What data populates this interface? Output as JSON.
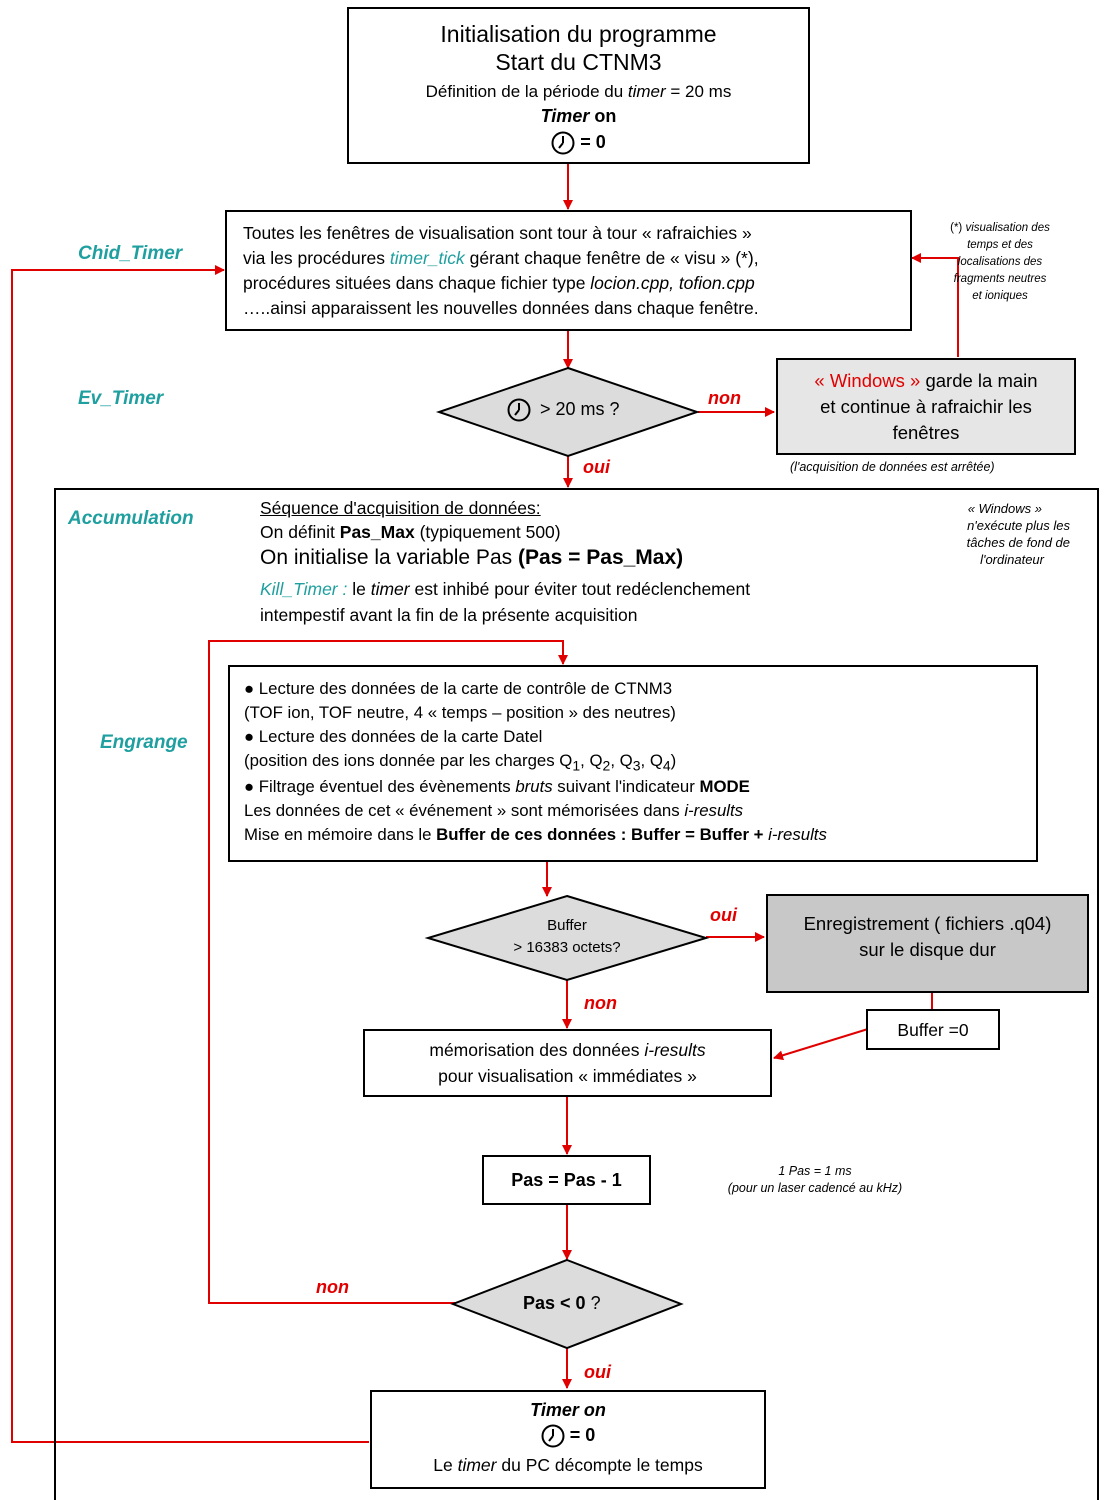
{
  "init": {
    "line1": "Initialisation du programme",
    "line2": "Start du CTNM3",
    "line3_a": "Définition de la période du ",
    "line3_b": "timer",
    "line3_c": " = 20 ms",
    "line4_a": "Timer",
    "line4_b": " on",
    "line5": "=  0"
  },
  "labels": {
    "chid_timer": "Chid_Timer",
    "ev_timer": "Ev_Timer",
    "accumulation": "Accumulation",
    "engrange": "Engrange"
  },
  "refresh": {
    "l1": "Toutes les fenêtres de visualisation sont tour à tour « rafraichies »",
    "l2_a": "via les procédures ",
    "l2_b": "timer_tick",
    "l2_c": " gérant chaque fenêtre de « visu » (*),",
    "l3_a": "procédures situées dans chaque fichier type ",
    "l3_b": "locion.cpp, tofion.cpp",
    "l4": "…..ainsi apparaissent les nouvelles données dans chaque fenêtre."
  },
  "note_visu": {
    "l1_a": "(*) ",
    "l1_b": "visualisation des",
    "l2": "temps et des",
    "l3": "localisations des",
    "l4": "fragments neutres",
    "l5": "et ioniques"
  },
  "decision_timer": {
    "text": "> 20 ms ?"
  },
  "windows_box": {
    "l1_a": "« Windows »",
    "l1_b": " garde la main",
    "l2": "et continue à rafraichir les",
    "l3": "fenêtres",
    "caption": "(l'acquisition de données est arrêtée)"
  },
  "arrows": {
    "non1": "non",
    "oui1": "oui",
    "oui2": "oui",
    "non2": "non",
    "non3": "non",
    "oui3": "oui"
  },
  "acquisition": {
    "title": "Séquence d'acquisition de données:",
    "l2_a": "On définit ",
    "l2_b": "Pas_Max",
    "l2_c": " (typiquement 500)",
    "l3_a": "On initialise la variable Pas ",
    "l3_b": "(Pas = Pas_Max)",
    "l4_a": "Kill_Timer :",
    "l4_b": "  le ",
    "l4_c": "timer",
    "l4_d": " est inhibé pour éviter tout redéclenchement",
    "l5": "intempestif avant la fin de la présente acquisition"
  },
  "windows_note": {
    "l1": "« Windows »",
    "l2": "n'exécute plus les",
    "l3": "tâches de fond de",
    "l4": "l'ordinateur"
  },
  "read_box": {
    "l1": "● Lecture des données de la carte de contrôle de CTNM3",
    "l2": " (TOF ion, TOF neutre, 4 « temps – position » des neutres)",
    "l3": "● Lecture des données de la carte Datel",
    "l4_a": "(position des ions donnée par les charges Q",
    "l4_s1": "1",
    "l4_b": ", Q",
    "l4_s2": "2",
    "l4_c": ", Q",
    "l4_s3": "3",
    "l4_d": ", Q",
    "l4_s4": "4",
    "l4_e": ")",
    "l5_a": "● Filtrage éventuel des évènements ",
    "l5_b": "bruts",
    "l5_c": " suivant l'indicateur  ",
    "l5_d": "MODE",
    "l6_a": "Les données de cet « événement »  sont mémorisées dans  ",
    "l6_b": "i-results",
    "l7_a": "Mise en mémoire dans le ",
    "l7_b": "Buffer de ces données : Buffer = Buffer + ",
    "l7_c": " i-results"
  },
  "decision_buffer": {
    "l1": "Buffer",
    "l2": "> 16383  octets?"
  },
  "save_box": {
    "l1": "Enregistrement ( fichiers .q04)",
    "l2": "sur le disque dur"
  },
  "buffer_reset": {
    "text": "Buffer =0"
  },
  "memo_box": {
    "l1_a": "mémorisation des données ",
    "l1_b": "i-results",
    "l2": "pour visualisation « immédiates »"
  },
  "pas_box": {
    "text": "Pas  = Pas - 1"
  },
  "pas_note": {
    "l1": "1 Pas = 1 ms",
    "l2": "(pour un laser cadencé au kHz)"
  },
  "decision_pas": {
    "a": "Pas < 0",
    "b": " ?"
  },
  "timer_end": {
    "l1": "Timer on",
    "l2": "= 0",
    "l3_a": "Le ",
    "l3_b": "timer",
    "l3_c": " du PC décompte le temps"
  },
  "colors": {
    "arrow": "#e00000",
    "teal": "#1f9f9f",
    "gray_fill": "#e6e6e6",
    "dark_fill": "#c8c8c8",
    "diamond_fill": "#dcdcdc"
  },
  "icons": [
    "clock-icon"
  ]
}
